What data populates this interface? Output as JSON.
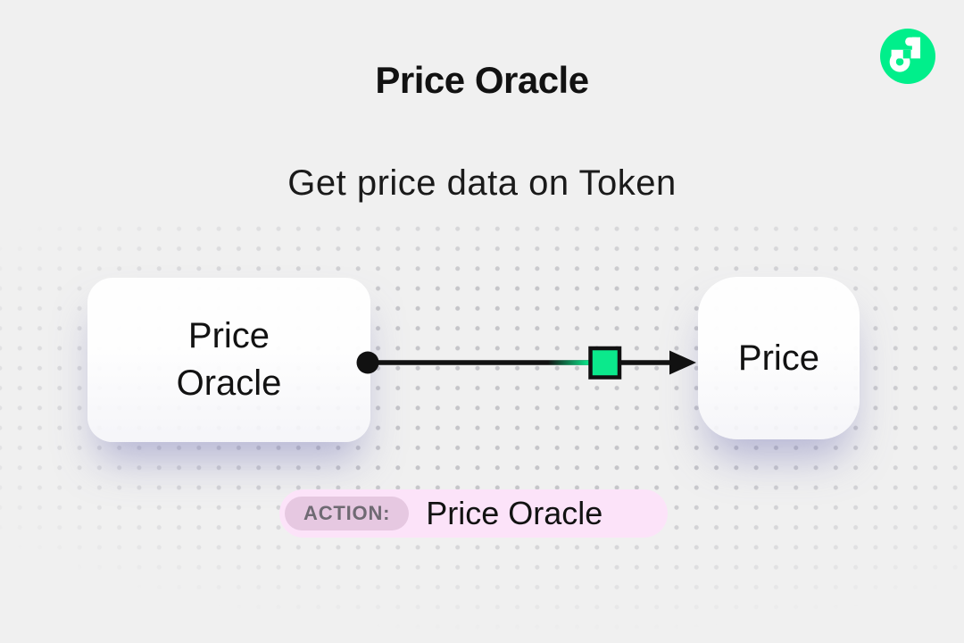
{
  "header": {
    "title": "Price Oracle",
    "subtitle": "Get price data on Token"
  },
  "logo": {
    "name": "flow-logo",
    "green": "#00ef8b"
  },
  "diagram": {
    "source_node": {
      "line1": "Price",
      "line2": "Oracle"
    },
    "target_node": {
      "label": "Price"
    },
    "connector": {
      "marker_color": "#0be98c",
      "line_color": "#111111"
    }
  },
  "action_badge": {
    "label": "ACTION:",
    "value": "Price Oracle"
  },
  "colors": {
    "background": "#f0f0f0",
    "dot_grid": "#c5c5c9",
    "badge_bg": "#fce3f9",
    "badge_label_bg": "#e6c8e1",
    "badge_label_text": "#6f6a73",
    "node_shadow": "rgba(125,125,185,0.5)",
    "text": "#121212"
  }
}
